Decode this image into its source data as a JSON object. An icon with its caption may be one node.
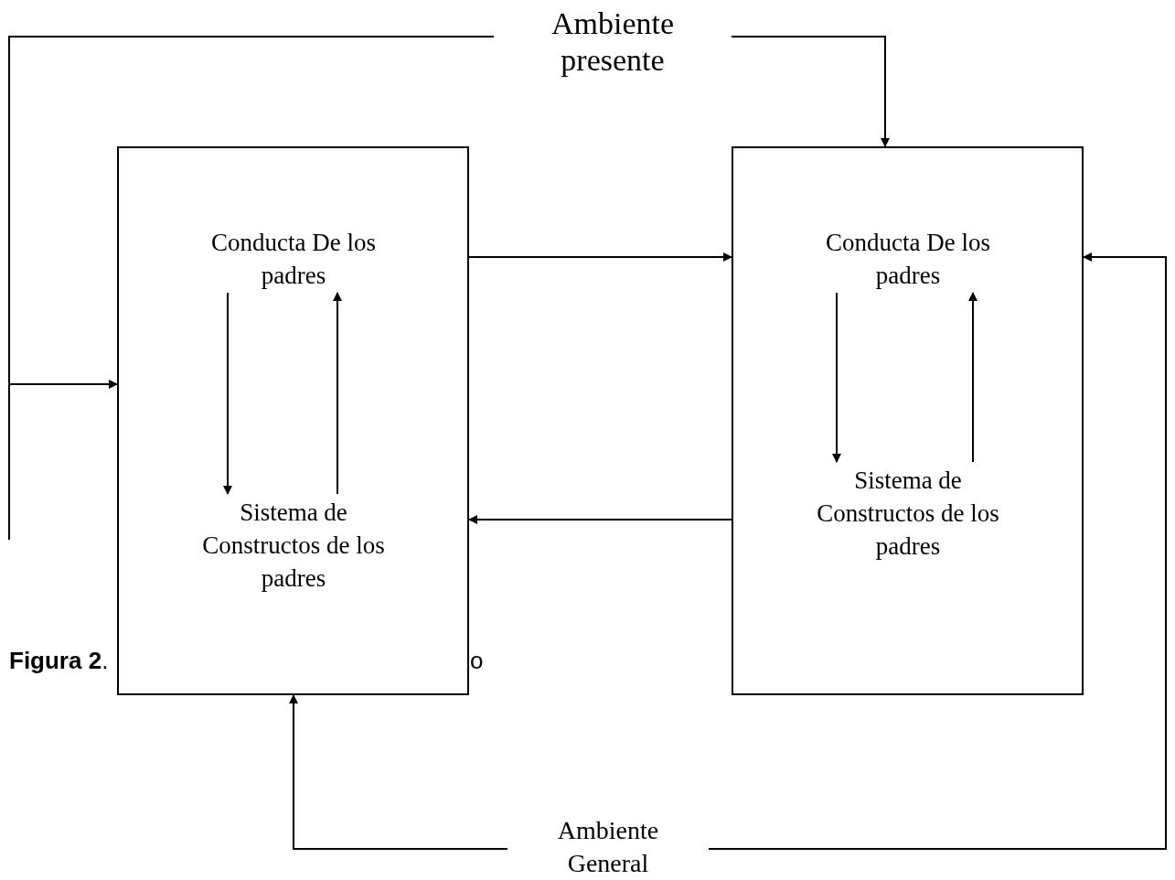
{
  "diagram": {
    "nodes": [
      {
        "text": [],
        "shape": "box"
      },
      {
        "text": [
          "Conducta De los padres"
        ],
        "in": 0
      },
      {
        "text": [
          "Sistema de Constructos de los padres"
        ],
        "in": 0
      },
      {
        "text": [],
        "shape": "box"
      },
      {
        "text": [
          "Conducta De los padres"
        ],
        "in": 3
      },
      {
        "text": [
          "Sistema de Constructos de los padres"
        ],
        "in": 3
      },
      {
        "text": [
          "Ambiente presente"
        ]
      },
      {
        "text": [
          "Ambiente General"
        ]
      }
    ],
    "edges": [
      {
        "from": 1,
        "to": 2,
        "arrow": "to"
      },
      {
        "from": 2,
        "to": 1,
        "arrow": "to"
      },
      {
        "from": 4,
        "to": 5,
        "arrow": "to"
      },
      {
        "from": 5,
        "to": 4,
        "arrow": "to"
      },
      {
        "from": 0,
        "to": 3,
        "arrow": "to"
      },
      {
        "from": 3,
        "to": 0,
        "arrow": "to"
      },
      {
        "from": 6,
        "to": 3,
        "arrow": "to"
      },
      {
        "from": 6,
        "to": 0,
        "arrow": "to"
      },
      {
        "from": 7,
        "to": 0,
        "arrow": "to"
      },
      {
        "from": 7,
        "to": 3,
        "arrow": "to"
      }
    ],
    "labels": [
      "**Figura 2**.",
      "o"
    ]
  }
}
